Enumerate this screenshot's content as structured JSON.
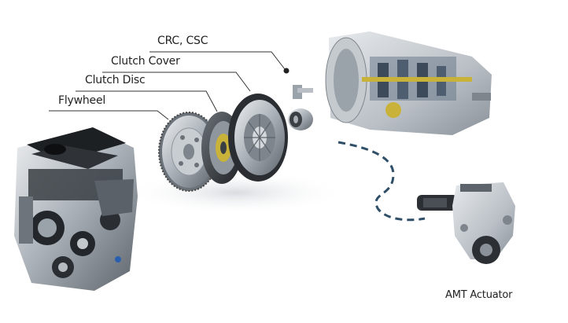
{
  "labels": {
    "crc_csc": "CRC, CSC",
    "clutch_cover": "Clutch Cover",
    "clutch_disc": "Clutch Disc",
    "flywheel": "Flywheel",
    "amt_actuator": "AMT Actuator"
  },
  "colors": {
    "leader_line": "#333333",
    "dashed_path": "#2f4f68",
    "metal_light": "#d9dde2",
    "metal_mid": "#9aa2aa",
    "metal_dark": "#2c2f33",
    "accent_yellow": "#c9b23a"
  }
}
